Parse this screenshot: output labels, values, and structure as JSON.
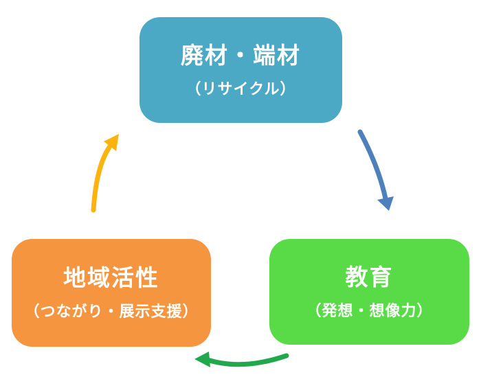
{
  "diagram": {
    "type": "cycle",
    "background": "#FFFFFF",
    "nodes": [
      {
        "id": "recycle",
        "label": "廃材・端材",
        "sublabel": "（リサイクル）",
        "color": "#4BA9C5",
        "text_color": "#FFFFFF",
        "position": "top-center"
      },
      {
        "id": "education",
        "label": "教育",
        "sublabel": "（発想・想像力）",
        "color": "#58DB46",
        "text_color": "#FFFFFF",
        "position": "bottom-right"
      },
      {
        "id": "community",
        "label": "地域活性",
        "sublabel": "（つながり・展示支援）",
        "color": "#F6953F",
        "text_color": "#FFFFFF",
        "position": "bottom-left"
      }
    ],
    "arrows": [
      {
        "from": "recycle",
        "to": "education",
        "color": "#4E80BC",
        "shape": "curved-down-right"
      },
      {
        "from": "education",
        "to": "community",
        "color": "#21A84D",
        "shape": "curved-left-along-bottom"
      },
      {
        "from": "community",
        "to": "recycle",
        "color": "#FBB40D",
        "shape": "curved-up-right"
      }
    ]
  }
}
